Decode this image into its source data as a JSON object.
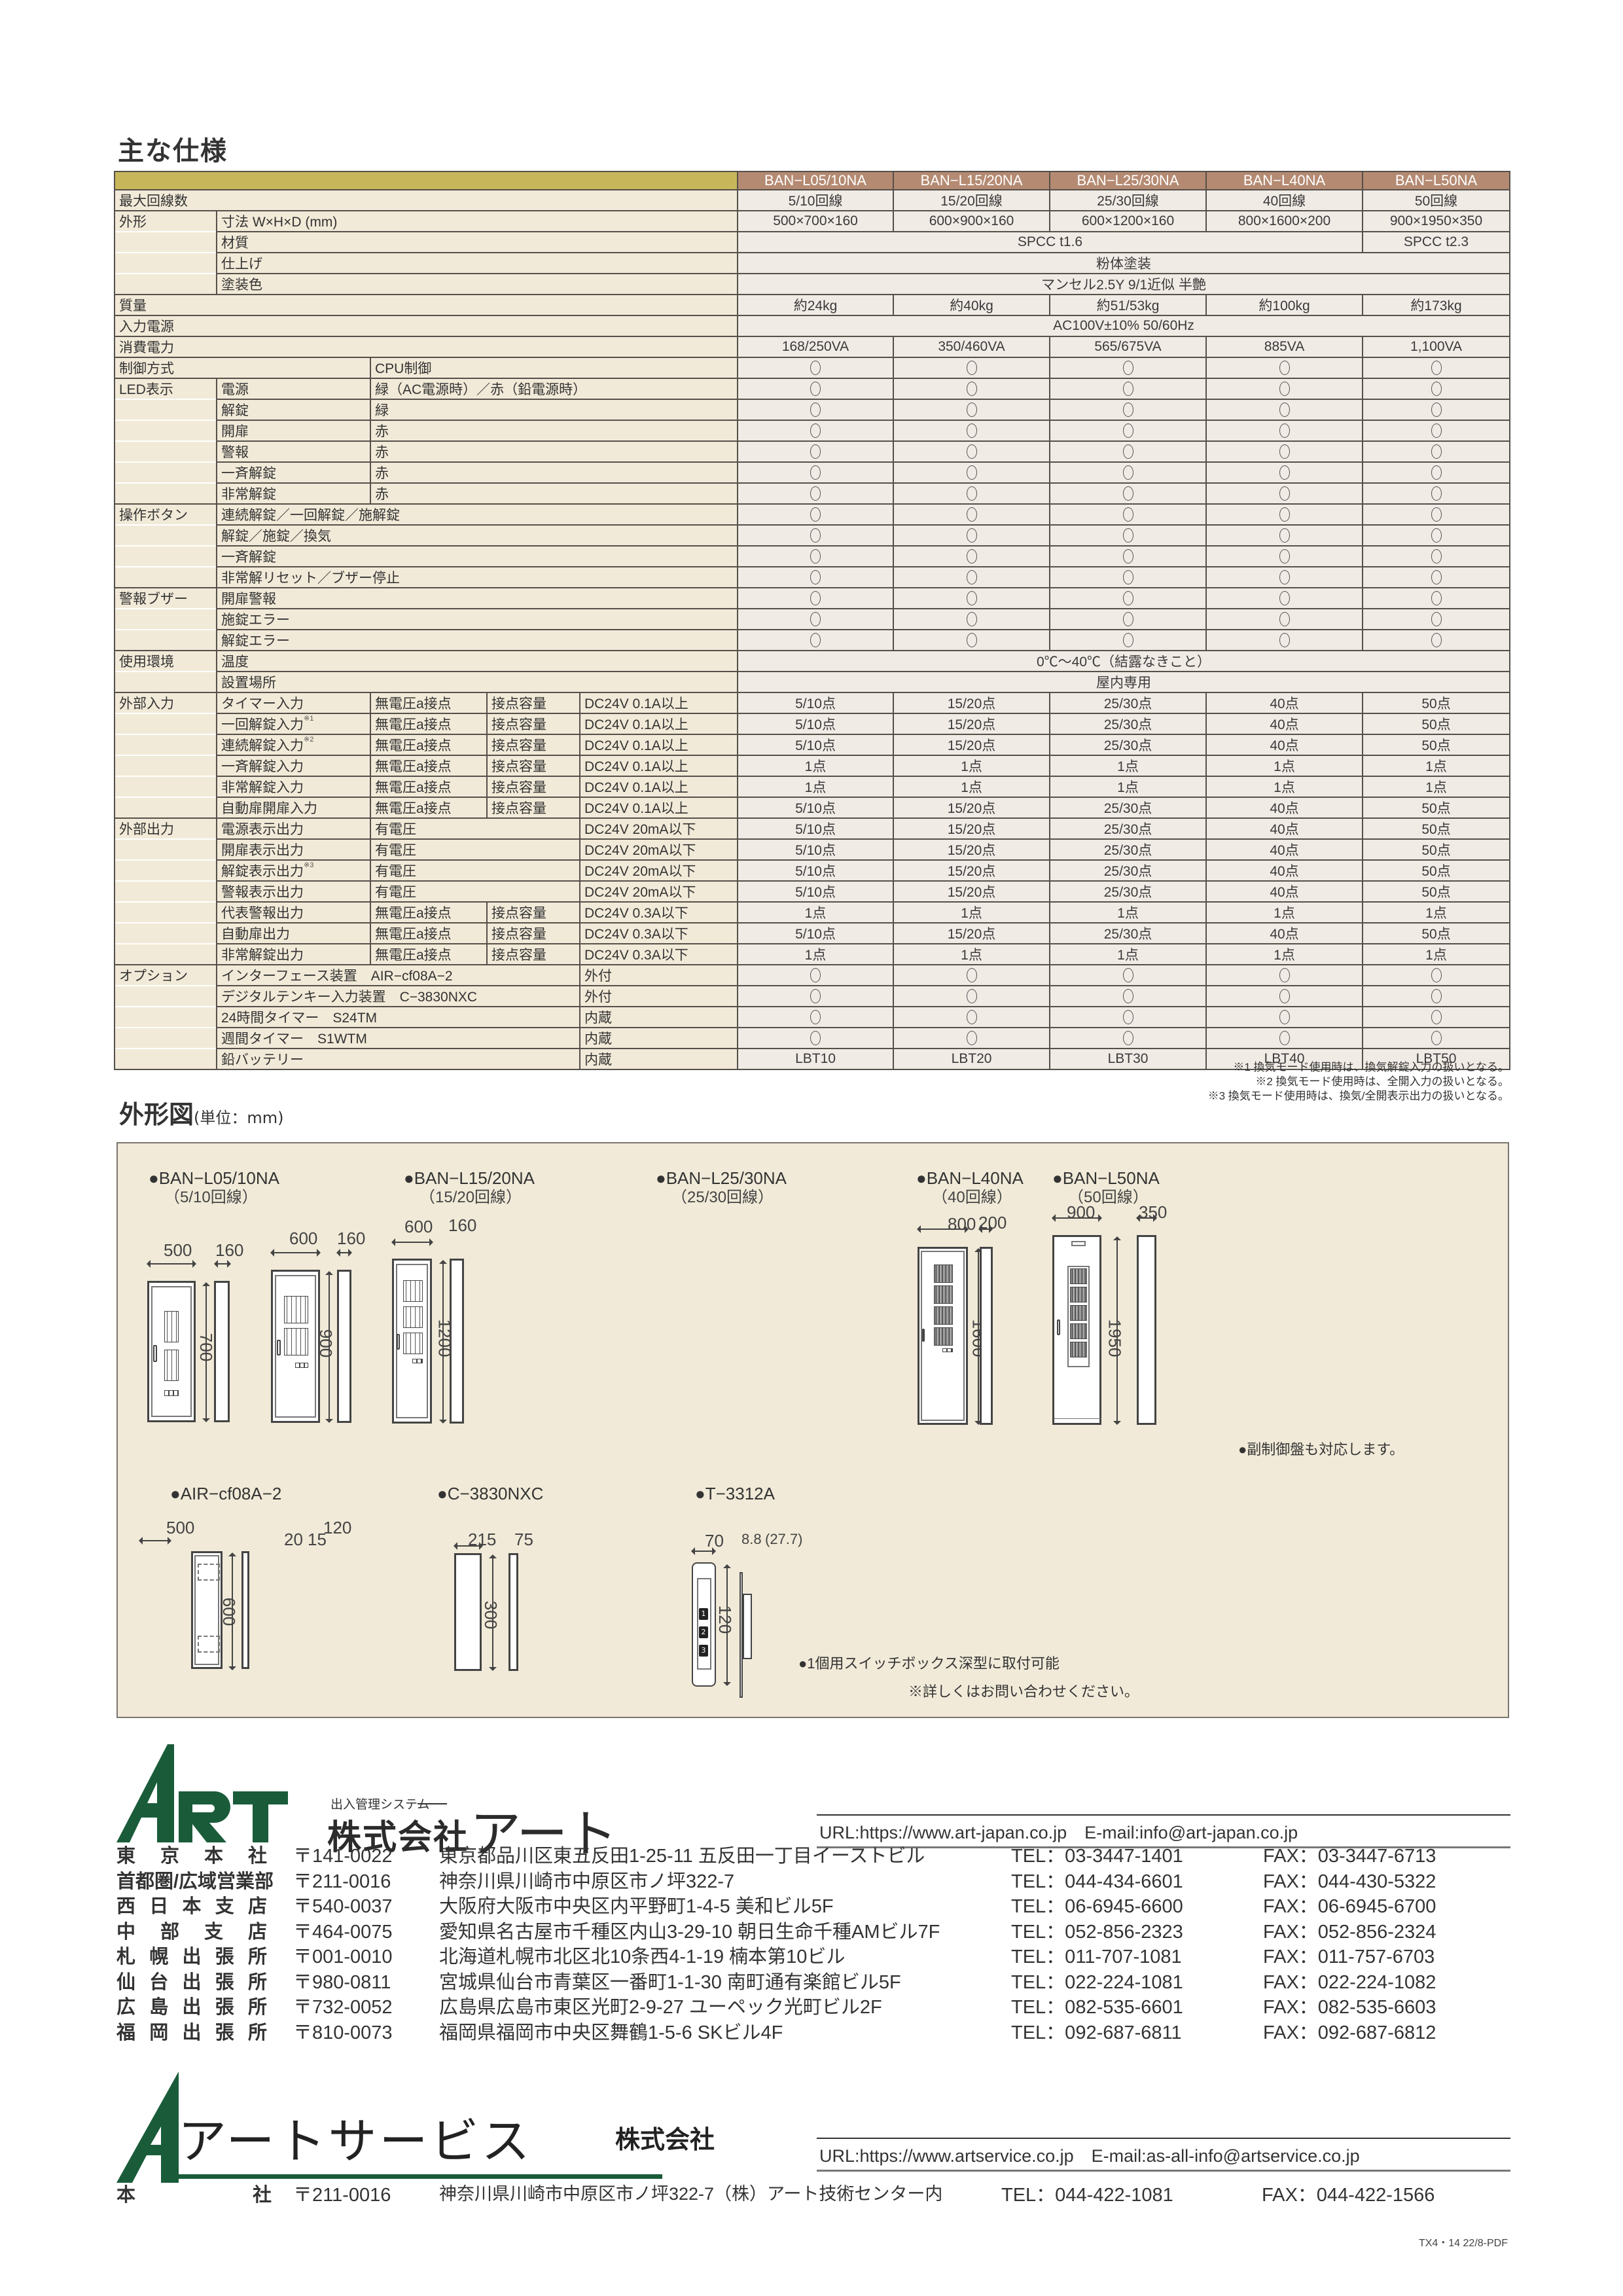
{
  "spec_section": {
    "title": "主な仕様",
    "models": [
      "BAN−L05/10NA",
      "BAN−L15/20NA",
      "BAN−L25/30NA",
      "BAN−L40NA",
      "BAN−L50NA"
    ],
    "rows": {
      "max_lines": {
        "label": "最大回線数",
        "values": [
          "5/10回線",
          "15/20回線",
          "25/30回線",
          "40回線",
          "50回線"
        ]
      },
      "outline": {
        "group": "外形",
        "dims": {
          "label": "寸法 W×H×D (mm)",
          "values": [
            "500×700×160",
            "600×900×160",
            "600×1200×160",
            "800×1600×200",
            "900×1950×350"
          ]
        },
        "material": {
          "label": "材質",
          "value_1_4": "SPCC t1.6",
          "value_5": "SPCC t2.3"
        },
        "finish": {
          "label": "仕上げ",
          "value": "粉体塗装"
        },
        "color": {
          "label": "塗装色",
          "value": "マンセル2.5Y 9/1近似 半艶"
        }
      },
      "mass": {
        "label": "質量",
        "values": [
          "約24kg",
          "約40kg",
          "約51/53kg",
          "約100kg",
          "約173kg"
        ]
      },
      "power_input": {
        "label": "入力電源",
        "value": "AC100V±10% 50/60Hz"
      },
      "power_consumption": {
        "label": "消費電力",
        "values": [
          "168/250VA",
          "350/460VA",
          "565/675VA",
          "885VA",
          "1,100VA"
        ]
      },
      "control": {
        "label": "制御方式",
        "sub": "CPU制御",
        "mark": "○"
      },
      "led": {
        "group": "LED表示",
        "items": [
          {
            "label": "電源",
            "spec": "緑（AC電源時）／赤（鉛電源時）"
          },
          {
            "label": "解錠",
            "spec": "緑"
          },
          {
            "label": "開扉",
            "spec": "赤"
          },
          {
            "label": "警報",
            "spec": "赤"
          },
          {
            "label": "一斉解錠",
            "spec": "赤"
          },
          {
            "label": "非常解錠",
            "spec": "赤"
          }
        ]
      },
      "buttons": {
        "group": "操作ボタン",
        "items": [
          "連続解錠／一回解錠／施解錠",
          "解錠／施錠／換気",
          "一斉解錠",
          "非常解リセット／ブザー停止"
        ]
      },
      "buzzer": {
        "group": "警報ブザー",
        "items": [
          "開扉警報",
          "施錠エラー",
          "解錠エラー"
        ]
      },
      "environment": {
        "group": "使用環境",
        "temperature": {
          "label": "温度",
          "value": "0℃〜40℃（結露なきこと）"
        },
        "location": {
          "label": "設置場所",
          "value": "屋内専用"
        }
      },
      "ext_input": {
        "group": "外部入力",
        "items": [
          {
            "label": "タイマー入力",
            "note": "",
            "type": "無電圧a接点",
            "cap": "接点容量",
            "rating": "DC24V 0.1A以上",
            "values": [
              "5/10点",
              "15/20点",
              "25/30点",
              "40点",
              "50点"
            ]
          },
          {
            "label": "一回解錠入力",
            "note": "※1",
            "type": "無電圧a接点",
            "cap": "接点容量",
            "rating": "DC24V 0.1A以上",
            "values": [
              "5/10点",
              "15/20点",
              "25/30点",
              "40点",
              "50点"
            ]
          },
          {
            "label": "連続解錠入力",
            "note": "※2",
            "type": "無電圧a接点",
            "cap": "接点容量",
            "rating": "DC24V 0.1A以上",
            "values": [
              "5/10点",
              "15/20点",
              "25/30点",
              "40点",
              "50点"
            ]
          },
          {
            "label": "一斉解錠入力",
            "note": "",
            "type": "無電圧a接点",
            "cap": "接点容量",
            "rating": "DC24V 0.1A以上",
            "values": [
              "1点",
              "1点",
              "1点",
              "1点",
              "1点"
            ]
          },
          {
            "label": "非常解錠入力",
            "note": "",
            "type": "無電圧a接点",
            "cap": "接点容量",
            "rating": "DC24V 0.1A以上",
            "values": [
              "1点",
              "1点",
              "1点",
              "1点",
              "1点"
            ]
          },
          {
            "label": "自動扉開扉入力",
            "note": "",
            "type": "無電圧a接点",
            "cap": "接点容量",
            "rating": "DC24V 0.1A以上",
            "values": [
              "5/10点",
              "15/20点",
              "25/30点",
              "40点",
              "50点"
            ]
          }
        ]
      },
      "ext_output": {
        "group": "外部出力",
        "items": [
          {
            "label": "電源表示出力",
            "note": "",
            "type": "有電圧",
            "cap": "",
            "rating": "DC24V 20mA以下",
            "values": [
              "5/10点",
              "15/20点",
              "25/30点",
              "40点",
              "50点"
            ]
          },
          {
            "label": "開扉表示出力",
            "note": "",
            "type": "有電圧",
            "cap": "",
            "rating": "DC24V 20mA以下",
            "values": [
              "5/10点",
              "15/20点",
              "25/30点",
              "40点",
              "50点"
            ]
          },
          {
            "label": "解錠表示出力",
            "note": "※3",
            "type": "有電圧",
            "cap": "",
            "rating": "DC24V 20mA以下",
            "values": [
              "5/10点",
              "15/20点",
              "25/30点",
              "40点",
              "50点"
            ]
          },
          {
            "label": "警報表示出力",
            "note": "",
            "type": "有電圧",
            "cap": "",
            "rating": "DC24V 20mA以下",
            "values": [
              "5/10点",
              "15/20点",
              "25/30点",
              "40点",
              "50点"
            ]
          },
          {
            "label": "代表警報出力",
            "note": "",
            "type": "無電圧a接点",
            "cap": "接点容量",
            "rating": "DC24V 0.3A以下",
            "values": [
              "1点",
              "1点",
              "1点",
              "1点",
              "1点"
            ]
          },
          {
            "label": "自動扉出力",
            "note": "",
            "type": "無電圧a接点",
            "cap": "接点容量",
            "rating": "DC24V 0.3A以下",
            "values": [
              "5/10点",
              "15/20点",
              "25/30点",
              "40点",
              "50点"
            ]
          },
          {
            "label": "非常解錠出力",
            "note": "",
            "type": "無電圧a接点",
            "cap": "接点容量",
            "rating": "DC24V 0.3A以下",
            "values": [
              "1点",
              "1点",
              "1点",
              "1点",
              "1点"
            ]
          }
        ]
      },
      "options": {
        "group": "オプション",
        "items": [
          {
            "label": "インターフェース装置　AIR−cf08A−2",
            "mount": "外付",
            "values": [
              "○",
              "○",
              "○",
              "○",
              "○"
            ]
          },
          {
            "label": "デジタルテンキー入力装置　C−3830NXC",
            "mount": "外付",
            "values": [
              "○",
              "○",
              "○",
              "○",
              "○"
            ]
          },
          {
            "label": "24時間タイマー　S24TM",
            "mount": "内蔵",
            "values": [
              "○",
              "○",
              "○",
              "○",
              "○"
            ]
          },
          {
            "label": "週間タイマー　S1WTM",
            "mount": "内蔵",
            "values": [
              "○",
              "○",
              "○",
              "○",
              "○"
            ]
          },
          {
            "label": "鉛バッテリー",
            "mount": "内蔵",
            "values": [
              "LBT10",
              "LBT20",
              "LBT30",
              "LBT40",
              "LBT50"
            ]
          }
        ]
      }
    },
    "footnotes": [
      "※1 換気モード使用時は、換気解錠入力の扱いとなる。",
      "※2 換気モード使用時は、全開入力の扱いとなる。",
      "※3 換気モード使用時は、換気/全開表示出力の扱いとなる。"
    ]
  },
  "outline_section": {
    "title": "外形図",
    "unit": "(単位：mm)",
    "panels": [
      {
        "name": "●BAN−L05/10NA",
        "sub": "（5/10回線）",
        "w": "500",
        "h": "700",
        "d": "160"
      },
      {
        "name": "●BAN−L15/20NA",
        "sub": "（15/20回線）",
        "w": "600",
        "h": "900",
        "d": "160"
      },
      {
        "name": "●BAN−L25/30NA",
        "sub": "（25/30回線）",
        "w": "600",
        "h": "1200",
        "d": "160"
      },
      {
        "name": "●BAN−L40NA",
        "sub": "（40回線）",
        "w": "800",
        "h": "1600",
        "d": "200"
      },
      {
        "name": "●BAN−L50NA",
        "sub": "（50回線）",
        "w": "900",
        "h": "1950",
        "d": "350"
      }
    ],
    "sub_panel_note": "●副制御盤も対応します。",
    "accessories": [
      {
        "name": "●AIR−cf08A−2",
        "w": "500",
        "a": "20",
        "b": "15",
        "d": "120",
        "h": "600"
      },
      {
        "name": "●C−3830NXC",
        "w": "215",
        "d": "75",
        "h": "300"
      },
      {
        "name": "●T−3312A",
        "w": "70",
        "a": "8.8",
        "b": "(27.7)",
        "h": "120",
        "keys": [
          "1",
          "2",
          "3"
        ]
      }
    ],
    "switchbox_note": "●1個用スイッチボックス深型に取付可能",
    "inquiry_note": "※詳しくはお問い合わせください。"
  },
  "footer": {
    "art": {
      "tagline": "出入管理システム",
      "company_prefix": "株式会社",
      "company_kana": "アート",
      "url_line": "URL:https://www.art-japan.co.jp　E-mail:info@art-japan.co.jp",
      "brand_color": "#1a5c3a",
      "offices": [
        {
          "name": "東京本社",
          "zip": "〒141-0022",
          "addr": "東京都品川区東五反田1-25-11 五反田一丁目イーストビル",
          "tel": "TEL：03-3447-1401",
          "fax": "FAX：03-3447-6713"
        },
        {
          "name": "首都圏/広域営業部",
          "zip": "〒211-0016",
          "addr": "神奈川県川崎市中原区市ノ坪322-7",
          "tel": "TEL：044-434-6601",
          "fax": "FAX：044-430-5322"
        },
        {
          "name": "西日本支店",
          "zip": "〒540-0037",
          "addr": "大阪府大阪市中央区内平野町1-4-5 美和ビル5F",
          "tel": "TEL：06-6945-6600",
          "fax": "FAX：06-6945-6700"
        },
        {
          "name": "中部支店",
          "zip": "〒464-0075",
          "addr": "愛知県名古屋市千種区内山3-29-10 朝日生命千種AMビル7F",
          "tel": "TEL：052-856-2323",
          "fax": "FAX：052-856-2324"
        },
        {
          "name": "札幌出張所",
          "zip": "〒001-0010",
          "addr": "北海道札幌市北区北10条西4-1-19 楠本第10ビル",
          "tel": "TEL：011-707-1081",
          "fax": "FAX：011-757-6703"
        },
        {
          "name": "仙台出張所",
          "zip": "〒980-0811",
          "addr": "宮城県仙台市青葉区一番町1-1-30 南町通有楽館ビル5F",
          "tel": "TEL：022-224-1081",
          "fax": "FAX：022-224-1082"
        },
        {
          "name": "広島出張所",
          "zip": "〒732-0052",
          "addr": "広島県広島市東区光町2-9-27 ユーペック光町ビル2F",
          "tel": "TEL：082-535-6601",
          "fax": "FAX：082-535-6603"
        },
        {
          "name": "福岡出張所",
          "zip": "〒810-0073",
          "addr": "福岡県福岡市中央区舞鶴1-5-6 SKビル4F",
          "tel": "TEL：092-687-6811",
          "fax": "FAX：092-687-6812"
        }
      ]
    },
    "service": {
      "company_kana": "アートサービス",
      "company_suffix": "株式会社",
      "url_line": "URL:https://www.artservice.co.jp　E-mail:as-all-info@artservice.co.jp",
      "hq": {
        "name_a": "本",
        "name_b": "社",
        "zip": "〒211-0016",
        "addr": "神奈川県川崎市中原区市ノ坪322-7（株）アート技術センター内",
        "tel": "TEL：044-422-1081",
        "fax": "FAX：044-422-1566"
      }
    },
    "doc_id": "TX4・14  22/8-PDF"
  }
}
